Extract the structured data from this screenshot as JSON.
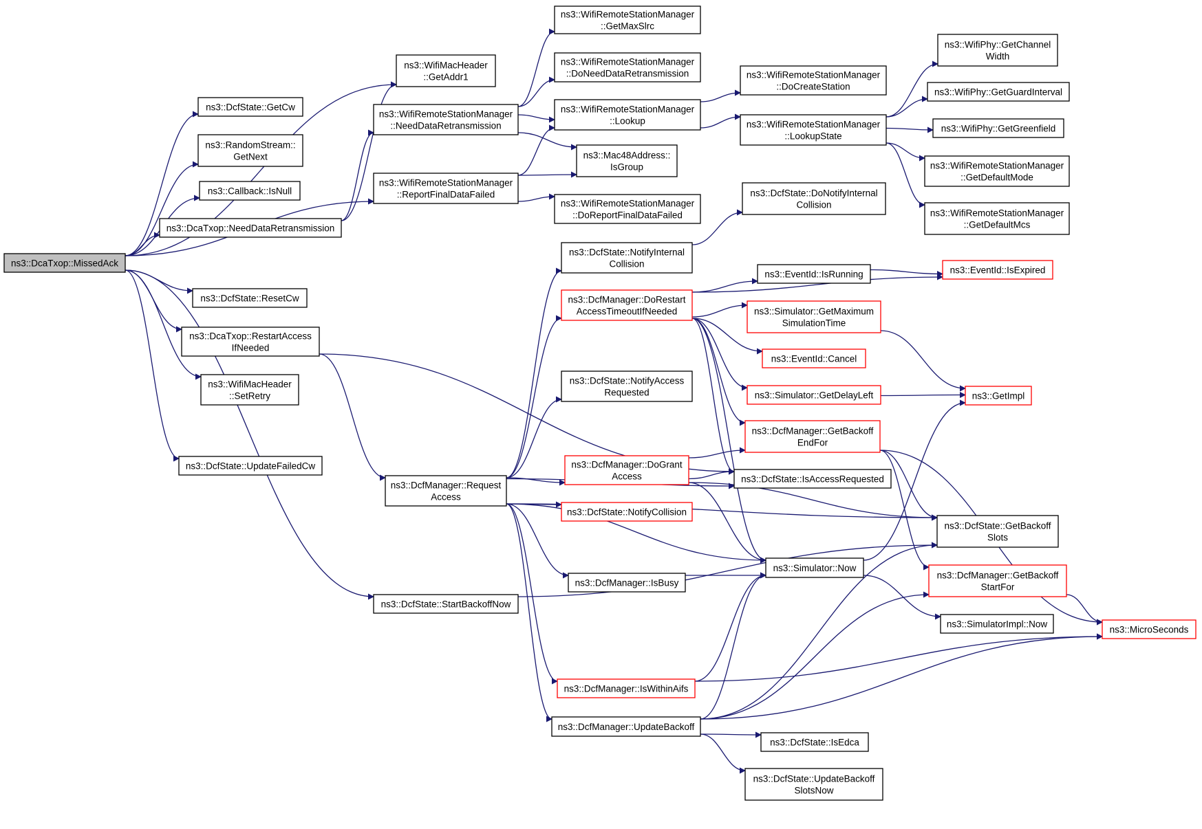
{
  "colors": {
    "edge": "#191970",
    "node_border": "#000000",
    "node_border_truncated": "#ff0000",
    "root_fill": "#bfbfbf"
  },
  "nodes": {
    "missedack": {
      "lines": [
        "ns3::DcaTxop::MissedAck"
      ],
      "style": "root"
    },
    "getaddr1": {
      "lines": [
        "ns3::WifiMacHeader",
        "::GetAddr1"
      ],
      "style": "normal"
    },
    "getcw": {
      "lines": [
        "ns3::DcfState::GetCw"
      ],
      "style": "normal"
    },
    "getnext": {
      "lines": [
        "ns3::RandomStream::",
        "GetNext"
      ],
      "style": "normal"
    },
    "isnull": {
      "lines": [
        "ns3::Callback::IsNull"
      ],
      "style": "normal"
    },
    "dca_needdataretrans": {
      "lines": [
        "ns3::DcaTxop::NeedDataRetransmission"
      ],
      "style": "normal"
    },
    "resetcw": {
      "lines": [
        "ns3::DcfState::ResetCw"
      ],
      "style": "normal"
    },
    "restartaccess": {
      "lines": [
        "ns3::DcaTxop::RestartAccess",
        "IfNeeded"
      ],
      "style": "normal"
    },
    "setretry": {
      "lines": [
        "ns3::WifiMacHeader",
        "::SetRetry"
      ],
      "style": "normal"
    },
    "updatefailedcw": {
      "lines": [
        "ns3::DcfState::UpdateFailedCw"
      ],
      "style": "normal"
    },
    "startbackoffnow": {
      "lines": [
        "ns3::DcfState::StartBackoffNow"
      ],
      "style": "normal"
    },
    "wrsm_needdataretrans": {
      "lines": [
        "ns3::WifiRemoteStationManager",
        "::NeedDataRetransmission"
      ],
      "style": "normal"
    },
    "reportfinaldatafailed": {
      "lines": [
        "ns3::WifiRemoteStationManager",
        "::ReportFinalDataFailed"
      ],
      "style": "normal"
    },
    "requestaccess": {
      "lines": [
        "ns3::DcfManager::Request",
        "Access"
      ],
      "style": "normal"
    },
    "getmaxslrc": {
      "lines": [
        "ns3::WifiRemoteStationManager",
        "::GetMaxSlrc"
      ],
      "style": "normal"
    },
    "doneeddataretrans": {
      "lines": [
        "ns3::WifiRemoteStationManager",
        "::DoNeedDataRetransmission"
      ],
      "style": "normal"
    },
    "lookup": {
      "lines": [
        "ns3::WifiRemoteStationManager",
        "::Lookup"
      ],
      "style": "normal"
    },
    "isgroup": {
      "lines": [
        "ns3::Mac48Address::",
        "IsGroup"
      ],
      "style": "normal"
    },
    "doreportfinaldatafailed": {
      "lines": [
        "ns3::WifiRemoteStationManager",
        "::DoReportFinalDataFailed"
      ],
      "style": "normal"
    },
    "notifyinternalcollision": {
      "lines": [
        "ns3::DcfState::NotifyInternal",
        "Collision"
      ],
      "style": "normal"
    },
    "dorestartaccess": {
      "lines": [
        "ns3::DcfManager::DoRestart",
        "AccessTimeoutIfNeeded"
      ],
      "style": "red"
    },
    "notifyaccessrequested": {
      "lines": [
        "ns3::DcfState::NotifyAccess",
        "Requested"
      ],
      "style": "normal"
    },
    "dograntaccess": {
      "lines": [
        "ns3::DcfManager::DoGrant",
        "Access"
      ],
      "style": "red"
    },
    "notifycollision": {
      "lines": [
        "ns3::DcfState::NotifyCollision"
      ],
      "style": "red"
    },
    "isbusy": {
      "lines": [
        "ns3::DcfManager::IsBusy"
      ],
      "style": "normal"
    },
    "iswithinaifs": {
      "lines": [
        "ns3::DcfManager::IsWithinAifs"
      ],
      "style": "red"
    },
    "updatebackoff": {
      "lines": [
        "ns3::DcfManager::UpdateBackoff"
      ],
      "style": "normal"
    },
    "docreatestation": {
      "lines": [
        "ns3::WifiRemoteStationManager",
        "::DoCreateStation"
      ],
      "style": "normal"
    },
    "lookupstate": {
      "lines": [
        "ns3::WifiRemoteStationManager",
        "::LookupState"
      ],
      "style": "normal"
    },
    "donotifyinternalcollision": {
      "lines": [
        "ns3::DcfState::DoNotifyInternal",
        "Collision"
      ],
      "style": "normal"
    },
    "isrunning": {
      "lines": [
        "ns3::EventId::IsRunning"
      ],
      "style": "normal"
    },
    "getmaxsimtime": {
      "lines": [
        "ns3::Simulator::GetMaximum",
        "SimulationTime"
      ],
      "style": "red"
    },
    "cancel": {
      "lines": [
        "ns3::EventId::Cancel"
      ],
      "style": "red"
    },
    "getdelayleft": {
      "lines": [
        "ns3::Simulator::GetDelayLeft"
      ],
      "style": "red"
    },
    "getbackoffendfor": {
      "lines": [
        "ns3::DcfManager::GetBackoff",
        "EndFor"
      ],
      "style": "red"
    },
    "isaccessrequested": {
      "lines": [
        "ns3::DcfState::IsAccessRequested"
      ],
      "style": "normal"
    },
    "simnow": {
      "lines": [
        "ns3::Simulator::Now"
      ],
      "style": "normal"
    },
    "isedca": {
      "lines": [
        "ns3::DcfState::IsEdca"
      ],
      "style": "normal"
    },
    "updatebackoffslotsnow": {
      "lines": [
        "ns3::DcfState::UpdateBackoff",
        "SlotsNow"
      ],
      "style": "normal"
    },
    "getchannelwidth": {
      "lines": [
        "ns3::WifiPhy::GetChannel",
        "Width"
      ],
      "style": "normal"
    },
    "getguardinterval": {
      "lines": [
        "ns3::WifiPhy::GetGuardInterval"
      ],
      "style": "normal"
    },
    "getgreenfield": {
      "lines": [
        "ns3::WifiPhy::GetGreenfield"
      ],
      "style": "normal"
    },
    "getdefaultmode": {
      "lines": [
        "ns3::WifiRemoteStationManager",
        "::GetDefaultMode"
      ],
      "style": "normal"
    },
    "getdefaultmcs": {
      "lines": [
        "ns3::WifiRemoteStationManager",
        "::GetDefaultMcs"
      ],
      "style": "normal"
    },
    "isexpired": {
      "lines": [
        "ns3::EventId::IsExpired"
      ],
      "style": "red"
    },
    "getimpl": {
      "lines": [
        "ns3::GetImpl"
      ],
      "style": "red"
    },
    "getbackoffslots": {
      "lines": [
        "ns3::DcfState::GetBackoff",
        "Slots"
      ],
      "style": "normal"
    },
    "getbackoffstartfor": {
      "lines": [
        "ns3::DcfManager::GetBackoff",
        "StartFor"
      ],
      "style": "red"
    },
    "simimplnow": {
      "lines": [
        "ns3::SimulatorImpl::Now"
      ],
      "style": "normal"
    },
    "microseconds": {
      "lines": [
        "ns3::MicroSeconds"
      ],
      "style": "red"
    }
  },
  "edges": [
    [
      "missedack",
      "getaddr1"
    ],
    [
      "missedack",
      "getcw"
    ],
    [
      "missedack",
      "getnext"
    ],
    [
      "missedack",
      "isnull"
    ],
    [
      "missedack",
      "dca_needdataretrans"
    ],
    [
      "missedack",
      "reportfinaldatafailed"
    ],
    [
      "missedack",
      "resetcw"
    ],
    [
      "missedack",
      "restartaccess"
    ],
    [
      "missedack",
      "setretry"
    ],
    [
      "missedack",
      "updatefailedcw"
    ],
    [
      "missedack",
      "startbackoffnow"
    ],
    [
      "dca_needdataretrans",
      "getaddr1"
    ],
    [
      "dca_needdataretrans",
      "wrsm_needdataretrans"
    ],
    [
      "wrsm_needdataretrans",
      "getmaxslrc"
    ],
    [
      "wrsm_needdataretrans",
      "doneeddataretrans"
    ],
    [
      "wrsm_needdataretrans",
      "lookup"
    ],
    [
      "wrsm_needdataretrans",
      "isgroup"
    ],
    [
      "reportfinaldatafailed",
      "lookup"
    ],
    [
      "reportfinaldatafailed",
      "isgroup"
    ],
    [
      "reportfinaldatafailed",
      "doreportfinaldatafailed"
    ],
    [
      "lookup",
      "docreatestation"
    ],
    [
      "lookup",
      "lookupstate"
    ],
    [
      "lookupstate",
      "getchannelwidth"
    ],
    [
      "lookupstate",
      "getguardinterval"
    ],
    [
      "lookupstate",
      "getgreenfield"
    ],
    [
      "lookupstate",
      "getdefaultmode"
    ],
    [
      "lookupstate",
      "getdefaultmcs"
    ],
    [
      "restartaccess",
      "isaccessrequested"
    ],
    [
      "restartaccess",
      "requestaccess"
    ],
    [
      "requestaccess",
      "notifyinternalcollision"
    ],
    [
      "requestaccess",
      "dorestartaccess"
    ],
    [
      "requestaccess",
      "notifyaccessrequested"
    ],
    [
      "requestaccess",
      "dograntaccess"
    ],
    [
      "requestaccess",
      "notifycollision"
    ],
    [
      "requestaccess",
      "isbusy"
    ],
    [
      "requestaccess",
      "simnow"
    ],
    [
      "requestaccess",
      "iswithinaifs"
    ],
    [
      "requestaccess",
      "updatebackoff"
    ],
    [
      "requestaccess",
      "isaccessrequested"
    ],
    [
      "requestaccess",
      "getbackoffslots"
    ],
    [
      "notifyinternalcollision",
      "donotifyinternalcollision"
    ],
    [
      "dorestartaccess",
      "isrunning"
    ],
    [
      "dorestartaccess",
      "isexpired"
    ],
    [
      "dorestartaccess",
      "getmaxsimtime"
    ],
    [
      "dorestartaccess",
      "cancel"
    ],
    [
      "dorestartaccess",
      "getdelayleft"
    ],
    [
      "dorestartaccess",
      "getbackoffendfor"
    ],
    [
      "dorestartaccess",
      "isaccessrequested"
    ],
    [
      "dorestartaccess",
      "simnow"
    ],
    [
      "isrunning",
      "isexpired"
    ],
    [
      "getmaxsimtime",
      "getimpl"
    ],
    [
      "getdelayleft",
      "getimpl"
    ],
    [
      "dograntaccess",
      "getbackoffendfor"
    ],
    [
      "dograntaccess",
      "isaccessrequested"
    ],
    [
      "dograntaccess",
      "simnow"
    ],
    [
      "dograntaccess",
      "getbackoffslots"
    ],
    [
      "getbackoffendfor",
      "getbackoffslots"
    ],
    [
      "getbackoffendfor",
      "getbackoffstartfor"
    ],
    [
      "getbackoffendfor",
      "microseconds"
    ],
    [
      "isbusy",
      "simnow"
    ],
    [
      "iswithinaifs",
      "simnow"
    ],
    [
      "iswithinaifs",
      "microseconds"
    ],
    [
      "simnow",
      "getimpl"
    ],
    [
      "simnow",
      "simimplnow"
    ],
    [
      "startbackoffnow",
      "getbackoffslots"
    ],
    [
      "updatebackoff",
      "simnow"
    ],
    [
      "updatebackoff",
      "getbackoffstartfor"
    ],
    [
      "updatebackoff",
      "isedca"
    ],
    [
      "updatebackoff",
      "updatebackoffslotsnow"
    ],
    [
      "updatebackoff",
      "microseconds"
    ],
    [
      "updatebackoff",
      "getbackoffslots"
    ],
    [
      "getbackoffstartfor",
      "microseconds"
    ]
  ]
}
